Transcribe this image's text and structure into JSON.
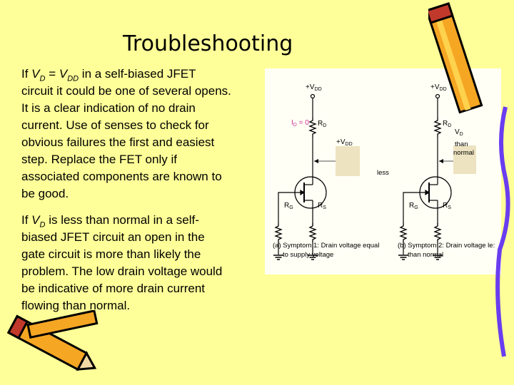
{
  "title": "Troubleshooting",
  "paragraph1": {
    "line1": {
      "a": "If ",
      "v1": "V",
      "s1": "D",
      "b": " = ",
      "v2": "V",
      "s2": "DD",
      "c": " in a self-biased JFET"
    },
    "lines": [
      "circuit it could be one of several opens.",
      "It is a clear indication of no drain",
      "current. Use of senses to check for",
      "obvious failures the first and easiest",
      "step. Replace the FET only if",
      "associated components are known to",
      "be good."
    ]
  },
  "paragraph2": {
    "line1": {
      "a": "If ",
      "v1": "V",
      "s1": "D",
      "c": " is less than normal in a self-"
    },
    "lines": [
      "biased JFET circuit an open in the",
      "gate circuit is more than likely the",
      "problem. The low drain voltage would",
      "be indicative of more drain current",
      "flowing than normal."
    ]
  },
  "figure": {
    "left": {
      "supply": "+V",
      "supply_sub": "DD",
      "id_label": "I",
      "id_sub": "D",
      "id_val": " = 0",
      "rd": "R",
      "rd_sub": "D",
      "callout": "+V",
      "callout_sub": "DD",
      "rg": "R",
      "rg_sub": "G",
      "rs": "R",
      "rs_sub": "S",
      "caption1": "(a) Symptom 1: Drain voltage equal",
      "caption2": "to supply voltage"
    },
    "right": {
      "supply": "+V",
      "supply_sub": "DD",
      "rd": "R",
      "rd_sub": "D",
      "callout1": "V",
      "callout1_sub": "D",
      "callout2": "than",
      "callout3": "normal",
      "rg": "R",
      "rg_sub": "G",
      "rs": "R",
      "rs_sub": "S",
      "caption1": "(b) Symptom 2: Drain voltage le:",
      "caption2": "than normal"
    },
    "stray": "less",
    "colors": {
      "id_label": "#cc3399",
      "callout_bg": "#ede3c0"
    }
  },
  "colors": {
    "background": "#ffff99"
  }
}
